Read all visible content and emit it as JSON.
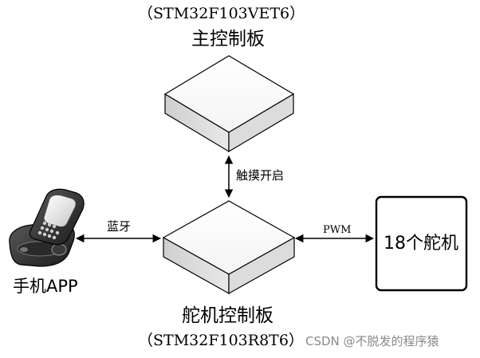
{
  "main_board": {
    "model": "（STM32F103VET6）",
    "name": "主控制板"
  },
  "servo_board": {
    "name": "舵机控制板",
    "model": "（STM32F103R8T6）"
  },
  "phone": {
    "label": "手机APP"
  },
  "servos": {
    "label": "18个舵机"
  },
  "links": {
    "touch": "触摸开启",
    "bluetooth": "蓝牙",
    "pwm": "PWM"
  },
  "watermark": "CSDN @不脱发的程序猿"
}
